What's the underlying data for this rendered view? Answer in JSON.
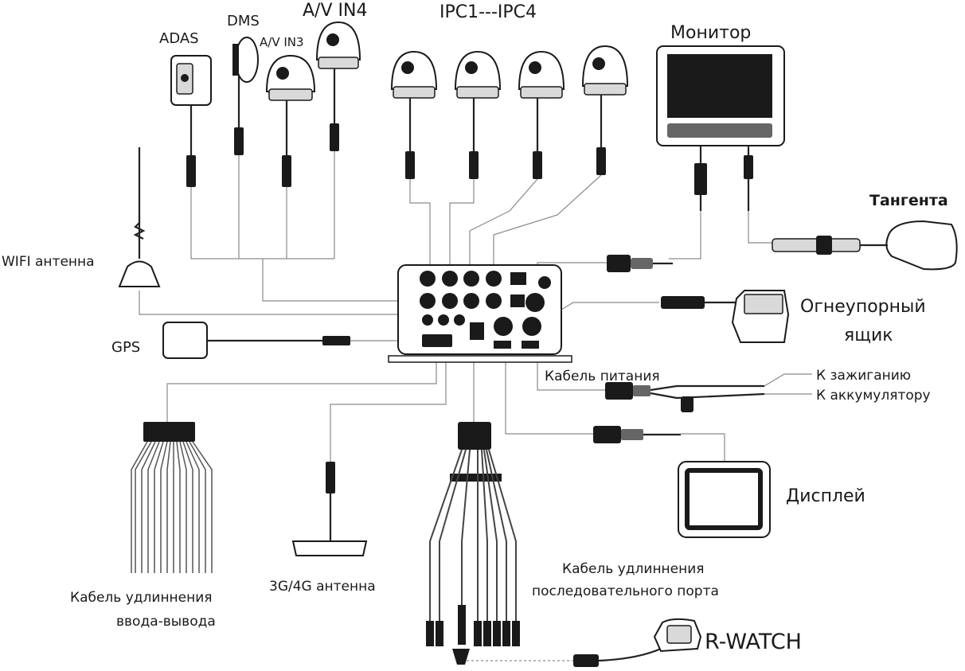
{
  "labels": {
    "adas": "ADAS",
    "dms": "DMS",
    "av_in4": "A/V IN4",
    "av_in3": "A/V IN3",
    "ipc": "IPC1---IPC4",
    "monitor": "Монитор",
    "tangenta": "Тангента",
    "wifi": "WIFI антенна",
    "gps": "GPS",
    "fireproof_1": "Огнеупорный",
    "fireproof_2": "ящик",
    "power_cable": "Кабель питания",
    "to_ignition": "К зажиганию",
    "to_battery": "К аккумулятору",
    "display": "Дисплей",
    "io_cable_1": "Кабель удлиннения",
    "io_cable_2": "ввода-вывода",
    "antenna_3g4g": "3G/4G антенна",
    "serial_cable_1": "Кабель удлиннения",
    "serial_cable_2": "последовательного порта",
    "rwatch": "R-WATCH"
  },
  "colors": {
    "line": "#1a1a1a",
    "wire": "#8a8a8a",
    "background": "#ffffff"
  }
}
